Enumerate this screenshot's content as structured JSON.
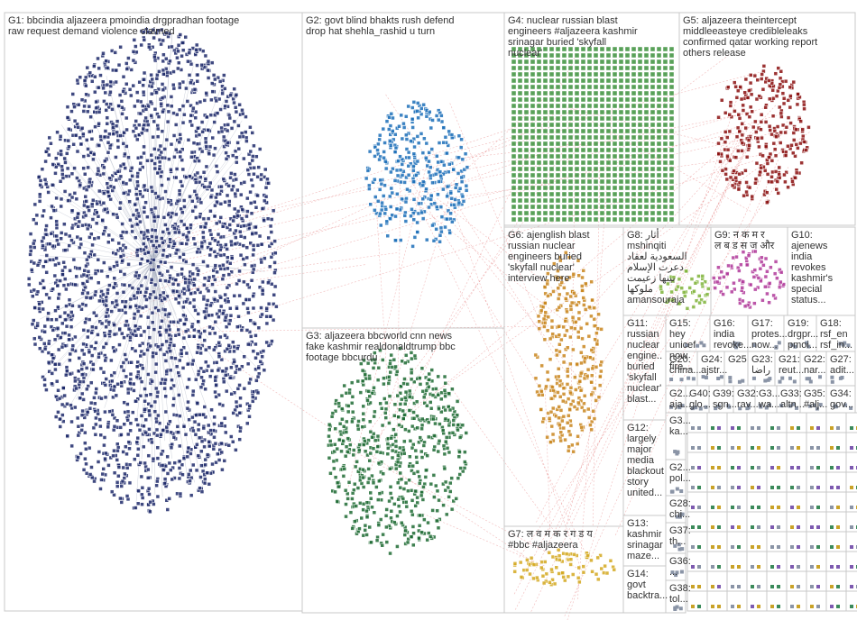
{
  "groups": [
    {
      "id": "G1",
      "label": "G1: bbcindia aljazeera pmoindia drgpradhan footage raw request demand violence claimed",
      "color": "#1f2a6b"
    },
    {
      "id": "G2",
      "label": "G2: govt blind bhakts rush defend drop hat shehla_rashid u turn",
      "color": "#1c6fb8"
    },
    {
      "id": "G3",
      "label": "G3: aljazeera bbcworld cnn news fake kashmir realdonaldtrump bbc footage bbcurdu",
      "color": "#1e6b34"
    },
    {
      "id": "G4",
      "label": "G4: nuclear russian blast engineers #aljazeera kashmir srinagar buried 'skyfall nuclear'",
      "color": "#2f8a2f"
    },
    {
      "id": "G5",
      "label": "G5: aljazeera theintercept middleeasteye credibleleaks confirmed qatar working report others release",
      "color": "#8b1111"
    },
    {
      "id": "G6",
      "label": "G6: ajenglish blast russian nuclear engineers buried 'skyfall nuclear' interview here",
      "color": "#c9861e"
    },
    {
      "id": "G7",
      "label": "G7: ल व म क र ग ड य #bbc #aljazeera",
      "color": "#d4a820"
    },
    {
      "id": "G8",
      "label": "G8: أثار mshinqiti السعودية لعقاد دعرت الإسلام بينها زعيمت ملوكها amansouraja",
      "color": "#7fb33a"
    },
    {
      "id": "G9",
      "label": "G9: न क म र ल ब ड स ज और",
      "color": "#b03a9a"
    },
    {
      "id": "G10",
      "label": "G10: ajenews india revokes kashmir's special status..."
    },
    {
      "id": "G11",
      "label": "G11: russian nuclear engine.. buried 'skyfall nuclear' blast..."
    },
    {
      "id": "G12",
      "label": "G12: largely major media blackout story united..."
    },
    {
      "id": "G13",
      "label": "G13: kashmir srinagar maze..."
    },
    {
      "id": "G14",
      "label": "G14: govt backtra..."
    },
    {
      "id": "G15",
      "label": "G15: hey unicef now fire..."
    },
    {
      "id": "G16",
      "label": "G16: india revoke..."
    },
    {
      "id": "G17",
      "label": "G17: protes... now..."
    },
    {
      "id": "G19",
      "label": "G19: drgpr... pmoi..."
    },
    {
      "id": "G18",
      "label": "G18: rsf_en rsf_in..."
    },
    {
      "id": "G20",
      "label": "G20: china..."
    },
    {
      "id": "G24",
      "label": "G24: ajstr..."
    },
    {
      "id": "G25",
      "label": "G25"
    },
    {
      "id": "G23",
      "label": "G23: راضا"
    },
    {
      "id": "G21",
      "label": "G21: reut..."
    },
    {
      "id": "G22",
      "label": "G22: nar..."
    },
    {
      "id": "G27",
      "label": "G27: adit..."
    },
    {
      "id": "G26",
      "label": "G2... aja..."
    },
    {
      "id": "G40",
      "label": "G40: glo..."
    },
    {
      "id": "G39",
      "label": "G39: sgn..."
    },
    {
      "id": "G32",
      "label": "G32: rav..."
    },
    {
      "id": "G30",
      "label": "G3... wa..."
    },
    {
      "id": "G33",
      "label": "G33: altn..."
    },
    {
      "id": "G35",
      "label": "G35: #alj..."
    },
    {
      "id": "G34",
      "label": "G34: gov..."
    },
    {
      "id": "G31",
      "label": "G3... ka..."
    },
    {
      "id": "G29",
      "label": "G2... pol..."
    },
    {
      "id": "G28",
      "label": "G28: chi..."
    },
    {
      "id": "G37",
      "label": "G37: th..."
    },
    {
      "id": "G36",
      "label": "G36: ..."
    },
    {
      "id": "G38",
      "label": "G38: tol..."
    }
  ],
  "colors": {
    "edge": "#d83a3a",
    "intra_edge": "#9aa3b5",
    "border": "#c8c8c8"
  }
}
